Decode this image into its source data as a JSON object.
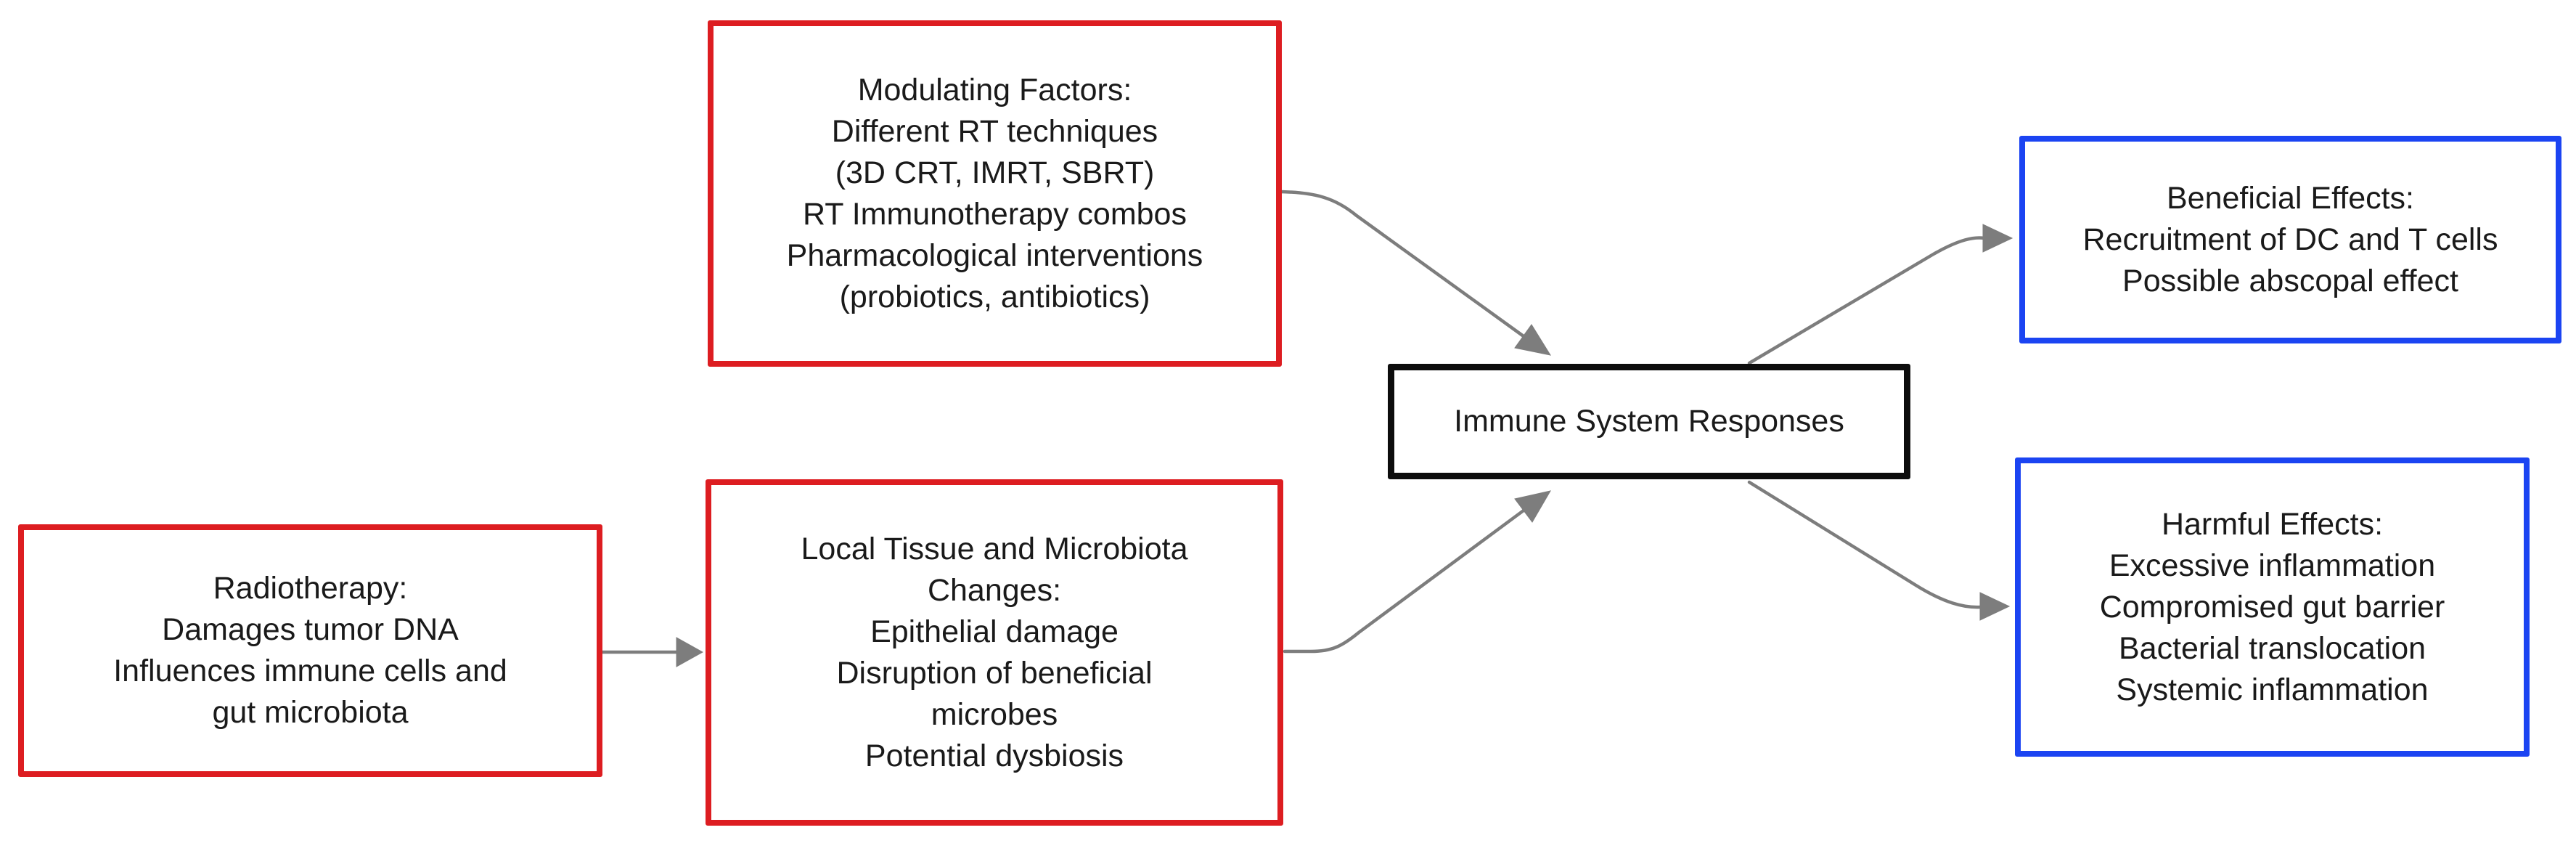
{
  "palette": {
    "background": "#ffffff",
    "text": "#1a1a1a",
    "input_box_border": "#dd1d21",
    "output_box_border": "#1b44f2",
    "central_box_border": "#0d0d0d",
    "arrow": "#7d7d7d"
  },
  "nodes": {
    "radiotherapy": {
      "role": "input",
      "lines": [
        "Radiotherapy:",
        "Damages tumor DNA",
        "Influences immune cells and",
        "gut microbiota"
      ]
    },
    "modulating_factors": {
      "role": "input",
      "lines": [
        "Modulating Factors:",
        "Different RT techniques",
        "(3D CRT, IMRT, SBRT)",
        "RT Immunotherapy combos",
        "Pharmacological interventions",
        "(probiotics, antibiotics)"
      ]
    },
    "local_tissue": {
      "role": "input",
      "lines": [
        "Local Tissue and Microbiota",
        "Changes:",
        "Epithelial damage",
        "Disruption of beneficial",
        "microbes",
        "Potential dysbiosis"
      ]
    },
    "immune_responses": {
      "role": "central",
      "lines": [
        "Immune System Responses"
      ]
    },
    "beneficial_effects": {
      "role": "output",
      "lines": [
        "Beneficial Effects:",
        "Recruitment of DC and T cells",
        "Possible abscopal effect"
      ]
    },
    "harmful_effects": {
      "role": "output",
      "lines": [
        "Harmful Effects:",
        "Excessive inflammation",
        "Compromised gut barrier",
        "Bacterial translocation",
        "Systemic inflammation"
      ]
    }
  },
  "connectors": [
    {
      "from": "radiotherapy",
      "to": "local_tissue"
    },
    {
      "from": "modulating_factors",
      "to": "immune_responses"
    },
    {
      "from": "local_tissue",
      "to": "immune_responses"
    },
    {
      "from": "immune_responses",
      "to": "beneficial_effects"
    },
    {
      "from": "immune_responses",
      "to": "harmful_effects"
    }
  ]
}
